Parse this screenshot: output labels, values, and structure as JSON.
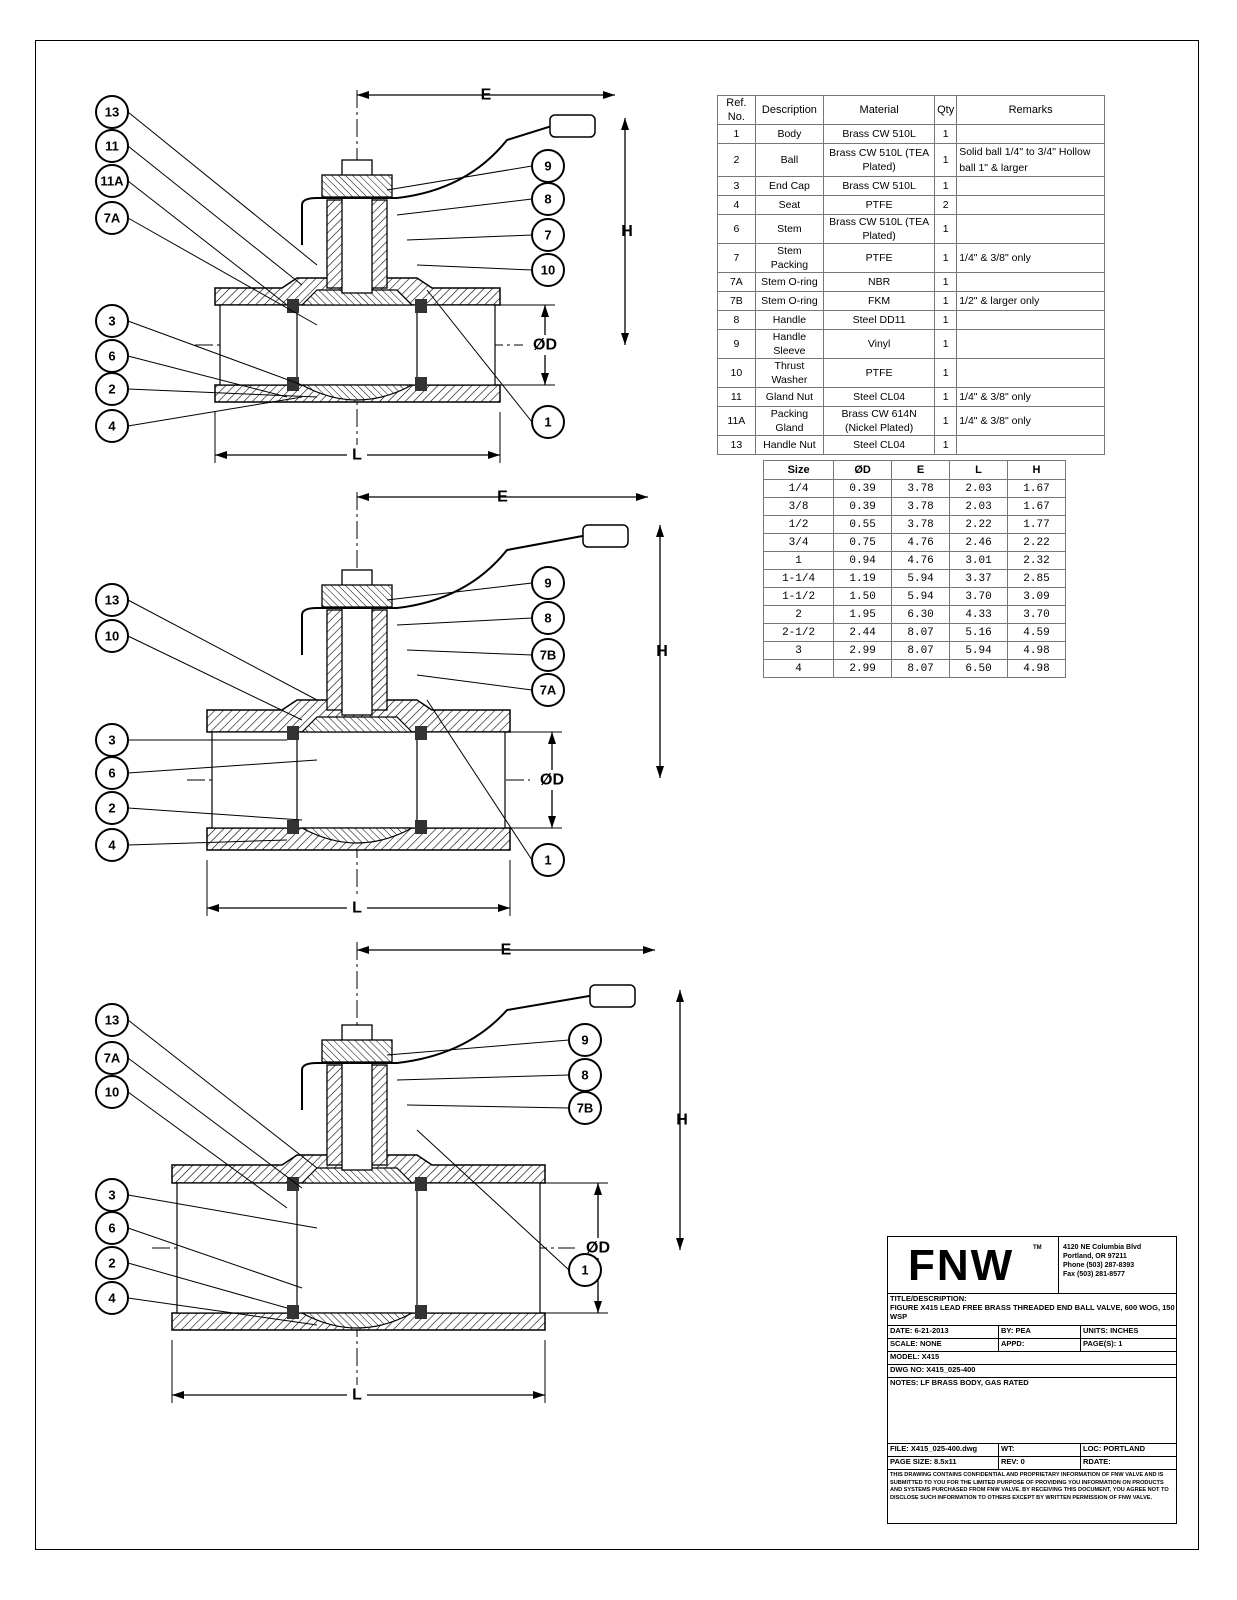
{
  "parts_table": {
    "headers": [
      "Ref. No.",
      "Description",
      "Material",
      "Qty",
      "Remarks"
    ],
    "rows": [
      {
        "ref": "1",
        "desc": "Body",
        "mat": "Brass CW 510L",
        "qty": "1",
        "rem": ""
      },
      {
        "ref": "2",
        "desc": "Ball",
        "mat": "Brass CW 510L (TEA Plated)",
        "qty": "1",
        "rem": "Solid ball 1/4\" to 3/4\" Hollow ball 1\" & larger"
      },
      {
        "ref": "3",
        "desc": "End Cap",
        "mat": "Brass CW 510L",
        "qty": "1",
        "rem": ""
      },
      {
        "ref": "4",
        "desc": "Seat",
        "mat": "PTFE",
        "qty": "2",
        "rem": ""
      },
      {
        "ref": "6",
        "desc": "Stem",
        "mat": "Brass CW 510L (TEA Plated)",
        "qty": "1",
        "rem": ""
      },
      {
        "ref": "7",
        "desc": "Stem Packing",
        "mat": "PTFE",
        "qty": "1",
        "rem": "1/4\" & 3/8\" only"
      },
      {
        "ref": "7A",
        "desc": "Stem O-ring",
        "mat": "NBR",
        "qty": "1",
        "rem": ""
      },
      {
        "ref": "7B",
        "desc": "Stem O-ring",
        "mat": "FKM",
        "qty": "1",
        "rem": "1/2\" & larger only"
      },
      {
        "ref": "8",
        "desc": "Handle",
        "mat": "Steel DD11",
        "qty": "1",
        "rem": ""
      },
      {
        "ref": "9",
        "desc": "Handle Sleeve",
        "mat": "Vinyl",
        "qty": "1",
        "rem": ""
      },
      {
        "ref": "10",
        "desc": "Thrust Washer",
        "mat": "PTFE",
        "qty": "1",
        "rem": ""
      },
      {
        "ref": "11",
        "desc": "Gland Nut",
        "mat": "Steel CL04",
        "qty": "1",
        "rem": "1/4\" & 3/8\" only"
      },
      {
        "ref": "11A",
        "desc": "Packing Gland",
        "mat": "Brass CW 614N (Nickel Plated)",
        "qty": "1",
        "rem": "1/4\" & 3/8\" only"
      },
      {
        "ref": "13",
        "desc": "Handle Nut",
        "mat": "Steel CL04",
        "qty": "1",
        "rem": ""
      }
    ]
  },
  "dim_table": {
    "headers": [
      "Size",
      "ØD",
      "E",
      "L",
      "H"
    ],
    "rows": [
      [
        "1/4",
        "0.39",
        "3.78",
        "2.03",
        "1.67"
      ],
      [
        "3/8",
        "0.39",
        "3.78",
        "2.03",
        "1.67"
      ],
      [
        "1/2",
        "0.55",
        "3.78",
        "2.22",
        "1.77"
      ],
      [
        "3/4",
        "0.75",
        "4.76",
        "2.46",
        "2.22"
      ],
      [
        "1",
        "0.94",
        "4.76",
        "3.01",
        "2.32"
      ],
      [
        "1-1/4",
        "1.19",
        "5.94",
        "3.37",
        "2.85"
      ],
      [
        "1-1/2",
        "1.50",
        "5.94",
        "3.70",
        "3.09"
      ],
      [
        "2",
        "1.95",
        "6.30",
        "4.33",
        "3.70"
      ],
      [
        "2-1/2",
        "2.44",
        "8.07",
        "5.16",
        "4.59"
      ],
      [
        "3",
        "2.99",
        "8.07",
        "5.94",
        "4.98"
      ],
      [
        "4",
        "2.99",
        "8.07",
        "6.50",
        "4.98"
      ]
    ]
  },
  "dimension_labels": {
    "E": "E",
    "H": "H",
    "D": "ØD",
    "L": "L"
  },
  "views": [
    {
      "left_callouts": [
        "13",
        "11",
        "11A",
        "7A",
        "3",
        "6",
        "2",
        "4"
      ],
      "right_callouts": [
        "9",
        "8",
        "7",
        "10",
        "1"
      ]
    },
    {
      "left_callouts": [
        "13",
        "10",
        "3",
        "6",
        "2",
        "4"
      ],
      "right_callouts": [
        "9",
        "8",
        "7B",
        "7A",
        "1"
      ]
    },
    {
      "left_callouts": [
        "13",
        "7A",
        "10",
        "3",
        "6",
        "2",
        "4"
      ],
      "right_callouts": [
        "9",
        "8",
        "7B",
        "1"
      ]
    }
  ],
  "title_block": {
    "logo": "FNW",
    "tm": "TM",
    "address": [
      "4120 NE Columbia Blvd",
      "Portland, OR 97211",
      "Phone (503) 287-8393",
      "Fax (503) 281-8577"
    ],
    "title_label": "TITLE/DESCRIPTION:",
    "title": "FIGURE X415 LEAD FREE BRASS THREADED END BALL VALVE, 600 WOG, 150 WSP",
    "date": "DATE: 6-21-2013",
    "by": "BY: PEA",
    "units": "UNITS: INCHES",
    "scale": "SCALE: NONE",
    "appd": "APPD:",
    "page": "PAGE(S): 1",
    "model": "MODEL: X415",
    "dwg": "DWG NO: X415_025-400",
    "notes": "NOTES: LF BRASS BODY, GAS RATED",
    "file": "FILE: X415_025-400.dwg",
    "wt": "WT:",
    "loc": "LOC: PORTLAND",
    "page_size": "PAGE SIZE: 8.5x11",
    "rev": "REV: 0",
    "rdate": "RDATE:",
    "disclaimer": "THIS DRAWING CONTAINS CONFIDENTIAL AND PROPRIETARY INFORMATION OF FNW VALVE AND IS SUBMITTED TO YOU FOR THE LIMITED PURPOSE OF PROVIDING YOU INFORMATION ON PRODUCTS AND SYSTEMS PURCHASED FROM FNW VALVE. BY RECEIVING THIS DOCUMENT, YOU AGREE NOT TO DISCLOSE SUCH INFORMATION TO OTHERS EXCEPT BY WRITTEN PERMISSION OF FNW VALVE."
  }
}
